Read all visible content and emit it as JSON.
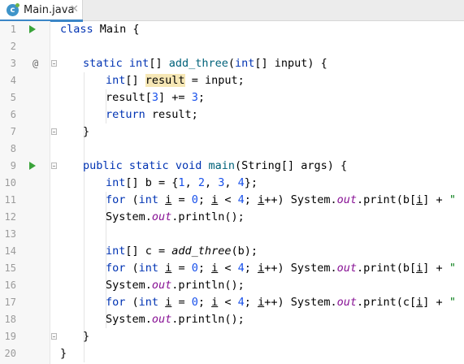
{
  "tab": {
    "label": "Main.java",
    "icon_letter": "c",
    "close": "✕"
  },
  "colors": {
    "keyword": "#0033b3",
    "method": "#00627a",
    "field": "#871094",
    "number": "#1750eb",
    "string": "#067d17",
    "run": "#3aa33a"
  },
  "gutter": {
    "line_numbers": [
      "1",
      "2",
      "3",
      "4",
      "5",
      "6",
      "7",
      "8",
      "9",
      "10",
      "11",
      "12",
      "13",
      "14",
      "15",
      "16",
      "17",
      "18",
      "19",
      "20"
    ],
    "override_marker": "@"
  },
  "code": {
    "l1": [
      "class",
      " Main {"
    ],
    "l3": [
      "static",
      " ",
      "int",
      "[] ",
      "add_three",
      "(",
      "int",
      "[] input) {"
    ],
    "l4": [
      "int",
      "[] ",
      "result",
      " = input;"
    ],
    "l5": [
      "result[",
      "3",
      "] += ",
      "3",
      ";"
    ],
    "l6": [
      "return",
      " result;"
    ],
    "l7": [
      "}"
    ],
    "l9": [
      "public",
      " ",
      "static",
      " ",
      "void",
      " ",
      "main",
      "(String[] args) {"
    ],
    "l10": [
      "int",
      "[] b = {",
      "1",
      ", ",
      "2",
      ", ",
      "3",
      ", ",
      "4",
      "};"
    ],
    "l11": [
      "for",
      " (",
      "int",
      " ",
      "i",
      " = ",
      "0",
      "; ",
      "i",
      " < ",
      "4",
      "; ",
      "i",
      "++) System.",
      "out",
      ".print(b[",
      "i",
      "] + ",
      "\" \"",
      ");"
    ],
    "l12": [
      "System.",
      "out",
      ".println();"
    ],
    "l14": [
      "int",
      "[] c = ",
      "add_three",
      "(b);"
    ],
    "l15": [
      "for",
      " (",
      "int",
      " ",
      "i",
      " = ",
      "0",
      "; ",
      "i",
      " < ",
      "4",
      "; ",
      "i",
      "++) System.",
      "out",
      ".print(b[",
      "i",
      "] + ",
      "\" \"",
      ");"
    ],
    "l16": [
      "System.",
      "out",
      ".println();"
    ],
    "l17": [
      "for",
      " (",
      "int",
      " ",
      "i",
      " = ",
      "0",
      "; ",
      "i",
      " < ",
      "4",
      "; ",
      "i",
      "++) System.",
      "out",
      ".print(c[",
      "i",
      "] + ",
      "\" \"",
      ");"
    ],
    "l18": [
      "System.",
      "out",
      ".println();"
    ],
    "l19": [
      "}"
    ],
    "l20": [
      "}"
    ]
  }
}
